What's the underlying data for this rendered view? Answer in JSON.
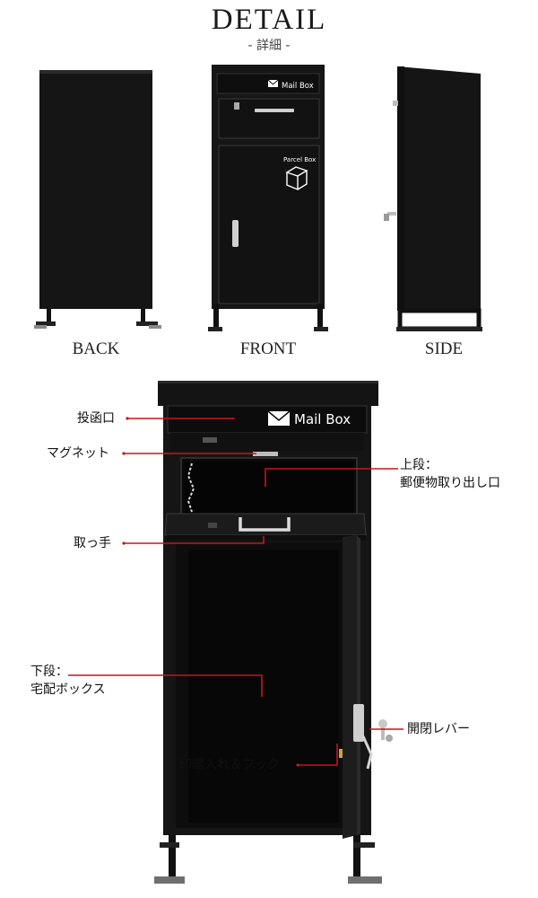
{
  "header": {
    "title": "DETAIL",
    "subtitle": "- 詳細 -"
  },
  "views": {
    "back": "BACK",
    "front": "FRONT",
    "side": "SIDE"
  },
  "box_labels": {
    "mail": "Mail Box",
    "parcel": "Parcel Box"
  },
  "callouts": {
    "slot": "投函口",
    "magnet": "マグネット",
    "upper_1": "上段：",
    "upper_2": "郵便物取り出し口",
    "handle": "取っ手",
    "lower_1": "下段：",
    "lower_2": "宅配ボックス",
    "seal": "印鑑入れ＆フック",
    "lever": "開閉レバー"
  },
  "colors": {
    "body": "#141414",
    "callout_line": "#c8141c",
    "background": "#ffffff"
  }
}
